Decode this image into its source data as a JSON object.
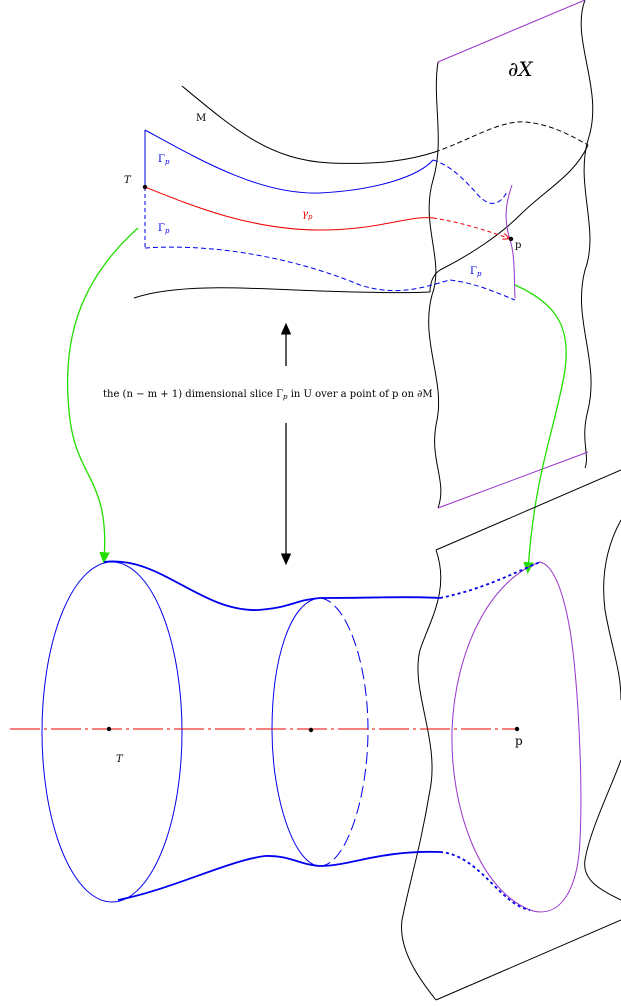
{
  "labels": {
    "boundary_X": "∂X",
    "manifold_M": "M",
    "T_top": "T",
    "gamma_top_upper": "Γ",
    "gamma_top_upper_sub": "p",
    "gamma_top_lower": "Γ",
    "gamma_top_lower_sub": "p",
    "gamma_p_path": "γ",
    "gamma_p_path_sub": "p",
    "point_p_top": "p",
    "gamma_right": "Γ",
    "gamma_right_sub": "p",
    "caption_pre": "the (n − m + 1) dimensional slice Γ",
    "caption_sub": "p",
    "caption_post": " in U over a point of p on ∂M",
    "T_bottom": "T",
    "point_p_bottom": "p"
  },
  "colors": {
    "blue": "#0000ee",
    "red": "#ee0000",
    "green": "#22dd00",
    "purple": "#9933cc",
    "black": "#000000"
  }
}
